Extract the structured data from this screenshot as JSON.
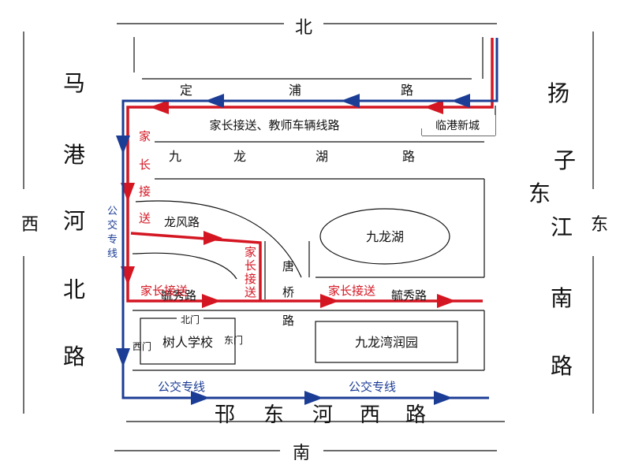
{
  "compass": {
    "north": "北",
    "south": "南",
    "west": "西",
    "east": "东"
  },
  "roads": {
    "dingpu": [
      "定",
      "浦",
      "路"
    ],
    "jiulonghu": [
      "九",
      "龙",
      "湖",
      "路"
    ],
    "longfeng": "龙风路",
    "tangqiao": [
      "唐",
      "桥",
      "路"
    ],
    "yuxiu_left": "毓秀路",
    "yuxiu_right": "毓秀路",
    "bidong": [
      "邗",
      "东",
      "河",
      "西",
      "路"
    ],
    "magang": [
      "马",
      "港",
      "河",
      "北",
      "路"
    ],
    "yangzijiang": [
      "扬",
      "子",
      "东",
      "江",
      "南",
      "路"
    ]
  },
  "places": {
    "lingang": "临港新城",
    "lake": "九龙湖",
    "school": "树人学校",
    "jiulongwan": "九龙湾润园",
    "gate_north": "北门",
    "gate_west": "西门",
    "gate_east": "东门"
  },
  "routes": {
    "parent_teacher": "家长接送、教师车辆线路",
    "parent_pickup_v1": [
      "家",
      "长",
      "接",
      "送"
    ],
    "parent_pickup_v2": [
      "家",
      "长",
      "接",
      "送"
    ],
    "parent_pickup_h1": "家长接送",
    "parent_pickup_h2": "家长接送",
    "bus_v": [
      "公",
      "交",
      "专",
      "线"
    ],
    "bus_h1": "公交专线",
    "bus_h2": "公交专线"
  },
  "colors": {
    "parent_route": "#d41622",
    "bus_route": "#1c3d95",
    "road_line": "#111111"
  }
}
